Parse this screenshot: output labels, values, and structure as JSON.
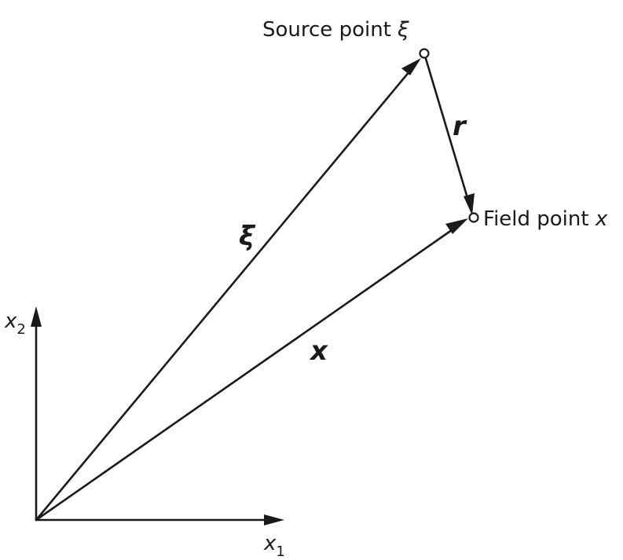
{
  "labels": {
    "source_point_text": "Source point ",
    "source_point_symbol": "ξ",
    "field_point_text": "Field point ",
    "field_point_symbol": "x",
    "vector_xi": "ξ",
    "vector_x": "x",
    "vector_r": "r",
    "axis_x1_base": "x",
    "axis_x1_sub": "1",
    "axis_x2_base": "x",
    "axis_x2_sub": "2"
  },
  "colors": {
    "ink": "#1a1a1a",
    "background": "#ffffff"
  }
}
